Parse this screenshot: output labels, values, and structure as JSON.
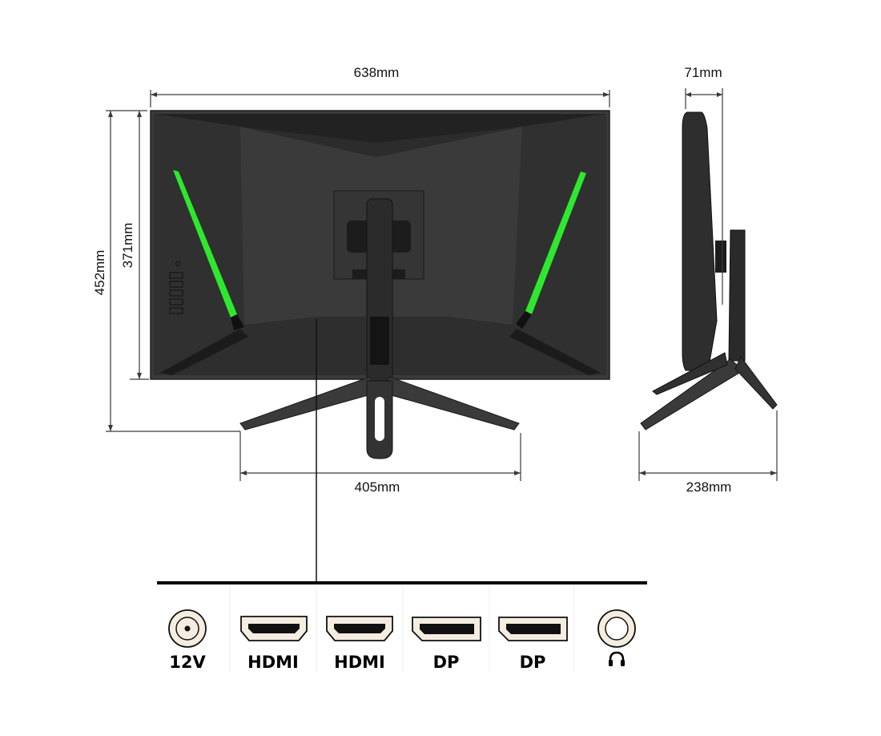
{
  "dimensions": {
    "width": "638mm",
    "depth": "71mm",
    "total_height": "452mm",
    "panel_height": "371mm",
    "stand_width": "405mm",
    "stand_depth": "238mm"
  },
  "ports": [
    {
      "label": "12V",
      "icon": "dc-power-jack-icon"
    },
    {
      "label": "HDMI",
      "icon": "hdmi-port-icon"
    },
    {
      "label": "HDMI",
      "icon": "hdmi-port-icon"
    },
    {
      "label": "DP",
      "icon": "displayport-icon"
    },
    {
      "label": "DP",
      "icon": "displayport-icon"
    },
    {
      "label": "",
      "icon": "headphone-icon"
    }
  ],
  "colors": {
    "body": "#3d3d3d",
    "body_dark": "#262626",
    "accent_green": "#2ee82e",
    "dimension_line": "#3a3a3a"
  }
}
